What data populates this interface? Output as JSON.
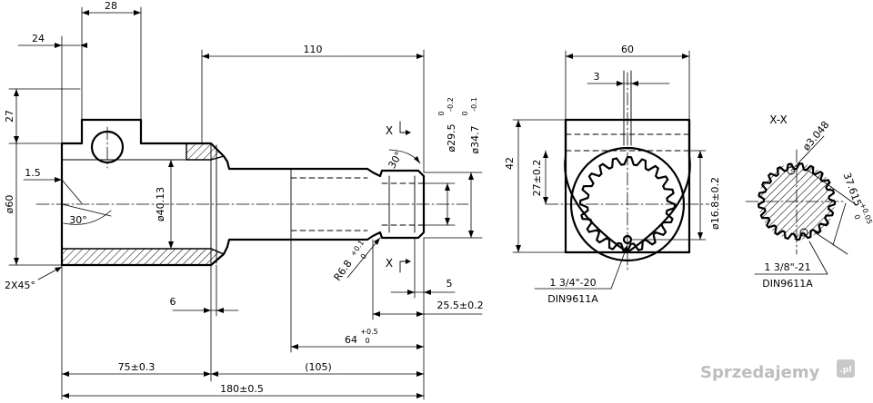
{
  "dimensions": {
    "d28": "28",
    "d24": "24",
    "d27": "27",
    "d110": "110",
    "d60top": "60",
    "d3": "3",
    "d42": "42",
    "d27tol": "27±0.2",
    "d15": "1.5",
    "dia60": "ø60",
    "ang30": "30°",
    "ang30b": "30°",
    "dia4013": "ø40.13",
    "dia295": "ø29.5",
    "dia295tol_up": "0",
    "dia295tol_lo": "-0.2",
    "dia347": "ø34.7",
    "dia347tol_up": "0",
    "dia347tol_lo": "-0.1",
    "dia168": "ø16.8±0.2",
    "r68": "R6.8",
    "r68tol_up": "+0.1",
    "r68tol_lo": "0",
    "chamfer": "2X45°",
    "d6": "6",
    "d5": "5",
    "d255": "25.5±0.2",
    "d64": "64",
    "d64tol_up": "+0.5",
    "d64tol_lo": "0",
    "d75": "75±0.3",
    "d105": "(105)",
    "d180": "180±0.5",
    "x_mark1": "X",
    "x_mark2": "X",
    "section_label": "X-X",
    "dia3048": "ø3.048",
    "d37615": "37.615",
    "d37615tol_up": "+0.05",
    "d37615tol_lo": "0"
  },
  "annotations": {
    "thread_mid": "1 3/4\"-20",
    "std_mid": "DIN9611A",
    "thread_right": "1 3/8\"-21",
    "std_right": "DIN9611A"
  },
  "watermark": {
    "text": "Sprzedajemy",
    "suffix": ".pl"
  },
  "colors": {
    "line": "#000000",
    "background": "#ffffff",
    "watermark": "#bdbdbd"
  }
}
